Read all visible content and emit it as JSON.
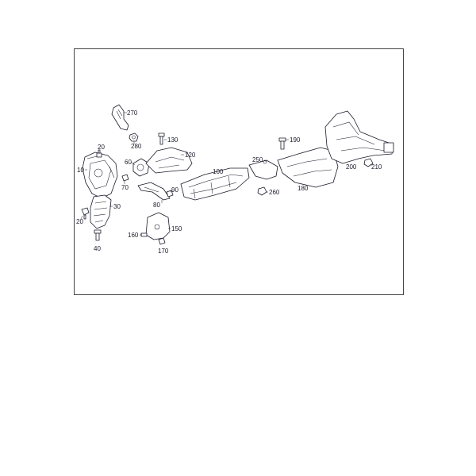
{
  "callouts": {
    "c10": "10",
    "c20a": "20",
    "c20b": "20",
    "c30": "30",
    "c40": "40",
    "c60": "60",
    "c70": "70",
    "c80": "80",
    "c90": "90",
    "c100": "100",
    "c120": "120",
    "c130": "130",
    "c150": "150",
    "c160": "160",
    "c170": "170",
    "c180": "180",
    "c190": "190",
    "c200": "200",
    "c210": "210",
    "c250": "250",
    "c260": "260",
    "c270": "270",
    "c280": "280"
  },
  "colors": {
    "line": "#1a1a2a",
    "frame": "#444444",
    "background": "#ffffff"
  }
}
